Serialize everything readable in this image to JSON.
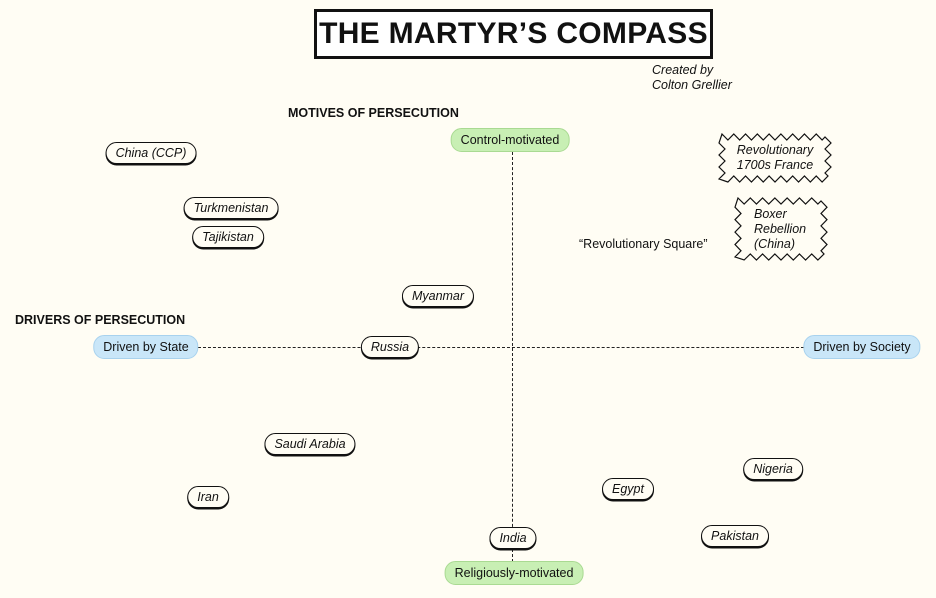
{
  "title": "THE MARTYR’S COMPASS",
  "credit": {
    "line1": "Created by",
    "line2": "Colton Grellier"
  },
  "headings": {
    "motives": "MOTIVES OF PERSECUTION",
    "drivers": "DRIVERS OF PERSECUTION"
  },
  "axes": {
    "top": "Control-motivated",
    "bottom": "Religiously-motivated",
    "left": "Driven by State",
    "right": "Driven by Society"
  },
  "countries": {
    "china": "China (CCP)",
    "turkmenistan": "Turkmenistan",
    "tajikistan": "Tajikistan",
    "myanmar": "Myanmar",
    "russia": "Russia",
    "saudi": "Saudi Arabia",
    "iran": "Iran",
    "egypt": "Egypt",
    "nigeria": "Nigeria",
    "pakistan": "Pakistan",
    "india": "India"
  },
  "historical": {
    "france": {
      "line1": "Revolutionary",
      "line2": "1700s France"
    },
    "boxer": {
      "line1": "Boxer",
      "line2": "Rebellion",
      "line3": "(China)"
    }
  },
  "quadrant_label": "“Revolutionary Square”"
}
